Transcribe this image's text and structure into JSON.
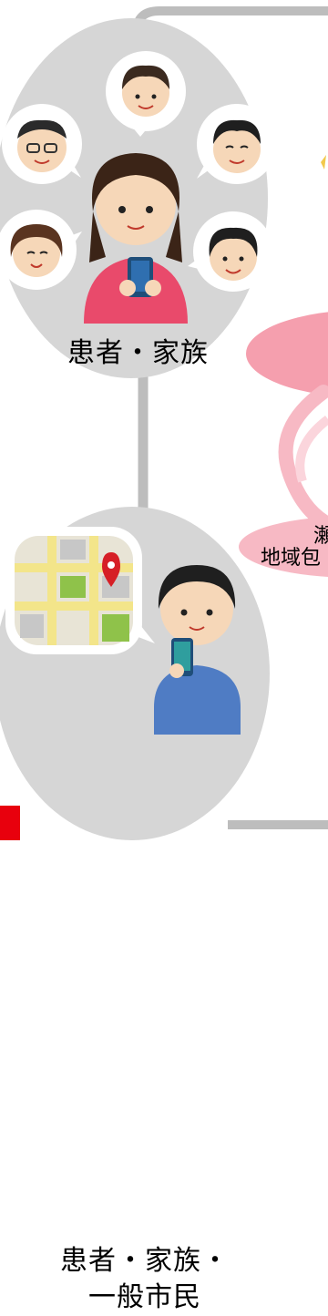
{
  "groups": [
    {
      "label": "患者・家族"
    },
    {
      "label_line1": "患者・家族・",
      "label_line2": "一般市民"
    }
  ],
  "cutoff_text": {
    "line1": "瀬",
    "line2": "地域包"
  },
  "colors": {
    "circle": "#d6d6d6",
    "connector": "#bdbdbd",
    "pink_arrow": "#f59fae",
    "accent_red": "#e8000d"
  }
}
